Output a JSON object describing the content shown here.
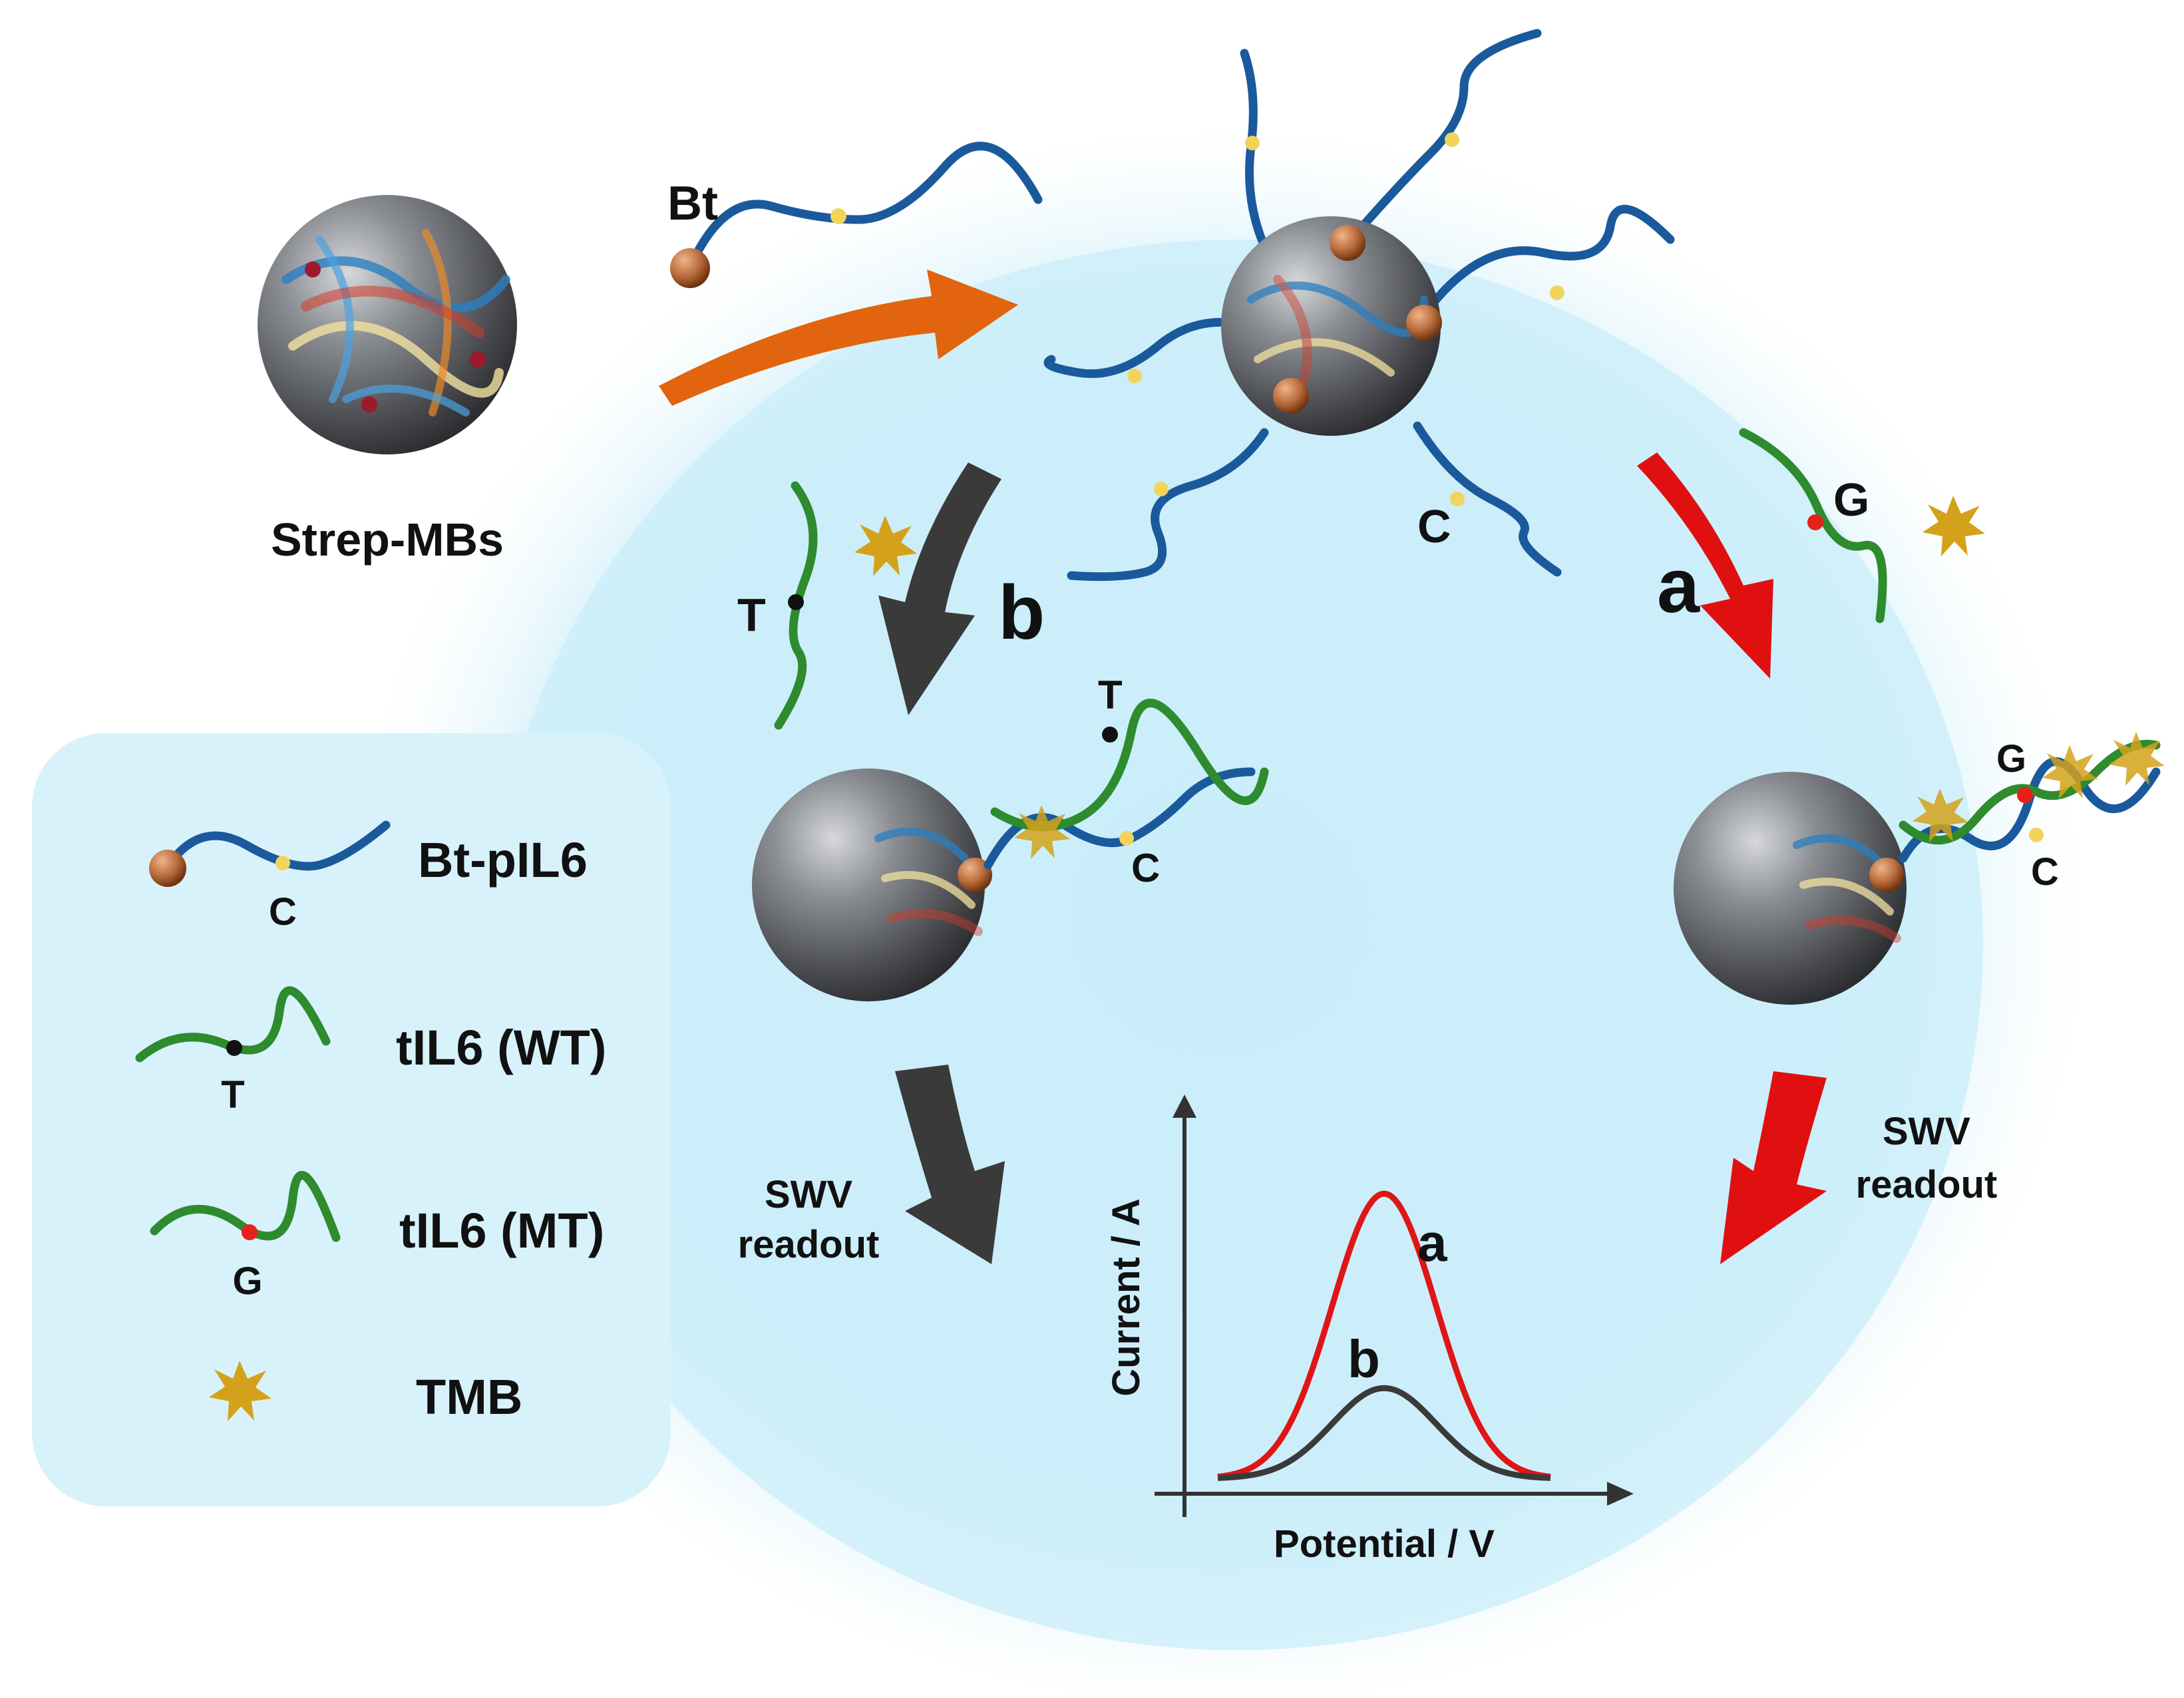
{
  "labels": {
    "strep_mbs": "Strep-MBs",
    "bt": "Bt",
    "c_top": "C",
    "t_b": "T",
    "g_a": "G",
    "path_b": "b",
    "path_a": "a",
    "t_left_bead": "T",
    "c_left_bead": "C",
    "g_right_bead": "G",
    "c_right_bead": "C",
    "swv_left_1": "SWV",
    "swv_left_2": "readout",
    "swv_right_1": "SWV",
    "swv_right_2": "readout"
  },
  "legend": {
    "items": [
      {
        "name": "Bt-pIL6",
        "marker": "C"
      },
      {
        "name": "tIL6 (WT)",
        "marker": "T"
      },
      {
        "name": "tIL6 (MT)",
        "marker": "G"
      },
      {
        "name": "TMB"
      }
    ]
  },
  "plot": {
    "ylabel": "Current / A",
    "xlabel": "Potential  / V",
    "curve_a_label": "a",
    "curve_b_label": "b",
    "curve_a_peak_fraction": 0.82,
    "curve_b_peak_fraction": 0.26
  },
  "colors": {
    "probe_strand": "#1a5a9c",
    "target_strand": "#2e8b2e",
    "biotin": "#b86a3a",
    "c_marker": "#f2d45a",
    "t_marker": "#111111",
    "g_marker": "#e8201c",
    "tmb": "#d4a21a",
    "arrow_orange": "#e2640e",
    "arrow_dark": "#3a3a3a",
    "arrow_red": "#e01010",
    "curve_a": "#e01515",
    "curve_b": "#3a3a3a",
    "legend_bg": "#d8f2fb",
    "glow": "#c7ecf8"
  },
  "icons": [
    "magnetic-bead-icon",
    "streptavidin-protein-icon",
    "biotin-sphere-icon",
    "tmb-starburst-icon",
    "dna-strand-icon"
  ]
}
